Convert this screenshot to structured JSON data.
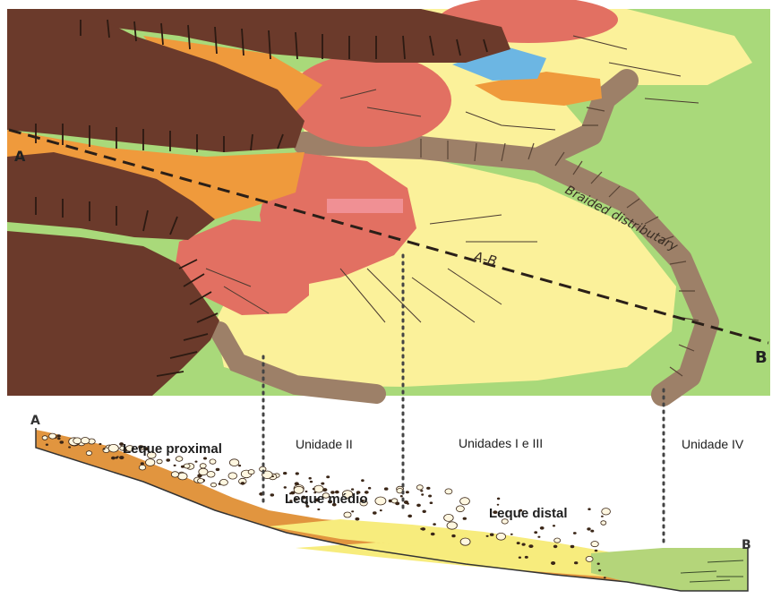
{
  "map": {
    "point_a": "A",
    "point_b": "B",
    "section_line": "A-B",
    "channel_label": "Braided distributary"
  },
  "profile": {
    "point_a": "A",
    "point_b": "B",
    "labels": {
      "leque_proximal": "Leque proximal",
      "leque_medio": "Leque médio",
      "leque_distal": "Leque distal",
      "unidade_ii": "Unidade II",
      "unidades_i_iii": "Unidades I e III",
      "unidade_iv": "Unidade IV"
    }
  },
  "colors": {
    "mountain_dark": "#6b3a2b",
    "mountain_light": "#8a4f3a",
    "proximal_orange": "#ef9a3c",
    "medial_red": "#e27062",
    "distal_yellow": "#fbf19a",
    "plain_green": "#a9d97a",
    "channel_brown": "#9d8068",
    "pond_blue": "#6cb6e3",
    "section_line": "#2a1f18",
    "profile_orange": "#e1953f",
    "profile_yellow": "#f7ec7d",
    "profile_green": "#b4d57a"
  }
}
